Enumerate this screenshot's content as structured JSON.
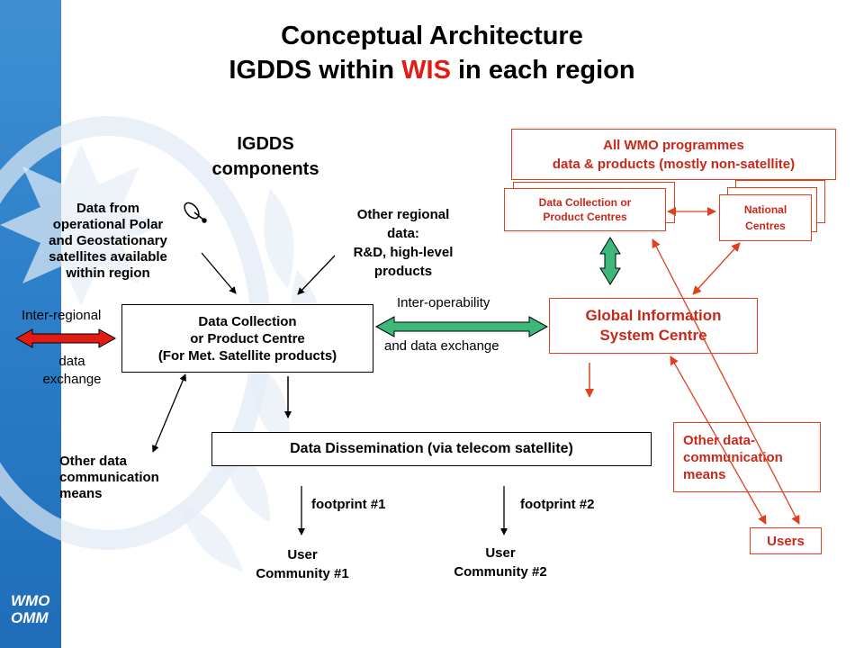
{
  "title": {
    "line1": "Conceptual Architecture",
    "line2_prefix": "IGDDS within",
    "line2_highlight": "WIS",
    "line2_suffix": "in each region"
  },
  "components_label": [
    "IGDDS",
    "components"
  ],
  "satellite_data_label": [
    "Data from",
    "operational Polar",
    "and Geostationary",
    "satellites available",
    "within region"
  ],
  "other_regional_label": [
    "Other regional",
    "data:",
    "R&D, high-level",
    "products"
  ],
  "inter_regional": {
    "top": "Inter-regional",
    "bottom1": "data",
    "bottom2": "exchange"
  },
  "dcpc_box": [
    "Data Collection",
    "or  Product Centre",
    "(For Met. Satellite products)"
  ],
  "interop": {
    "top": "Inter-operability",
    "bottom": "and data exchange"
  },
  "gisc_box": [
    "Global Information",
    "System Centre"
  ],
  "wmo_programmes_box": [
    "All  WMO programmes",
    "data & products  (mostly non-satellite)"
  ],
  "dcpc_red_box": [
    "Data Collection or",
    "Product Centres"
  ],
  "national_box": [
    "National",
    "Centres"
  ],
  "dissemination_box": "Data Dissemination (via telecom satellite)",
  "footprint1": "footprint #1",
  "footprint2": "footprint #2",
  "user_community1": [
    "User",
    "Community #1"
  ],
  "user_community2": [
    "User",
    "Community #2"
  ],
  "other_comm_left": [
    "Other data",
    "communication",
    "means"
  ],
  "other_comm_right": [
    "Other data-",
    "communication",
    "means"
  ],
  "users_box": "Users",
  "logo": [
    "WMO",
    "OMM"
  ],
  "colors": {
    "sidebar": "#2a7cc7",
    "red_accent": "#e31b12",
    "red_border": "#e0401e",
    "green_arrow": "#3cb878"
  }
}
